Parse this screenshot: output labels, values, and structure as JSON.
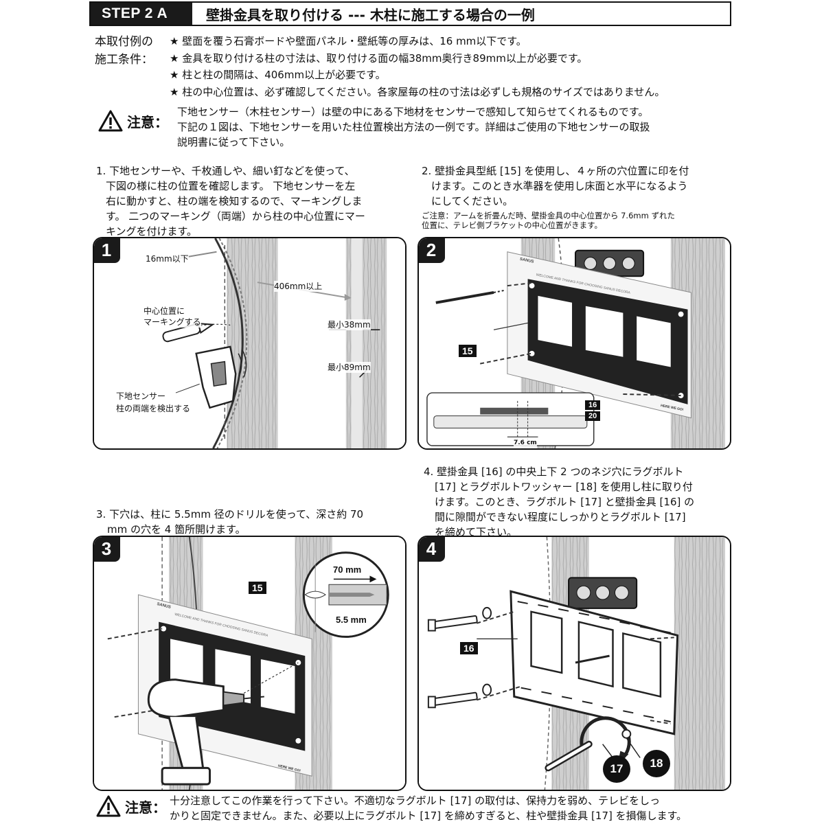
{
  "header": {
    "step": "STEP  2 A",
    "title": "壁掛金具を取り付ける --- 木柱に施工する場合の一例"
  },
  "conditions": {
    "label_line1": "本取付例の",
    "label_line2": "施工条件：",
    "items": [
      "★ 壁面を覆う石膏ボードや壁面パネル・壁紙等の厚みは、16 mm以下です。",
      "★ 金具を取り付ける柱の寸法は、取り付ける面の幅38mm奥行き89mm以上が必要です。",
      "★ 柱と柱の間隔は、406mm以上が必要です。",
      "★ 柱の中心位置は、必ず確認してください。各家屋毎の柱の寸法は必ずしも規格のサイズではありません。"
    ]
  },
  "caution_top": {
    "label": "注意：",
    "line1": "下地センサー（木柱センサー）は壁の中にある下地材をセンサーで感知して知らせてくれるものです。",
    "line2": "下記の１図は、下地センサーを用いた柱位置検出方法の一例です。詳細はご使用の下地センサーの取扱",
    "line3": "説明書に従って下さい。"
  },
  "instructions": {
    "step1": [
      "1. 下地センサーや、千枚通しや、細い釘などを使って、",
      "下図の様に柱の位置を確認します。 下地センサーを左",
      "右に動かすと、柱の端を検知するので、マーキングしま",
      "す。 二つのマーキング（両端）から柱の中心位置にマー",
      "キングを付けます。"
    ],
    "step2": [
      "2. 壁掛金具型紙 [15] を使用し、４ヶ所の穴位置に印を付",
      "けます。このとき水準器を使用し床面と水平になるよう",
      "にしてください。"
    ],
    "step2_note": [
      "ご注意：アームを折畳んだ時、壁掛金具の中心位置から 7.6mm ずれた",
      "位置に、テレビ側ブラケットの中心位置がきます。"
    ],
    "step3": [
      "3. 下穴は、柱に 5.5mm 径のドリルを使って、深さ約 70",
      "mm の穴を 4 箇所開けます。"
    ],
    "step4": [
      "4. 壁掛金具 [16] の中央上下 2 つのネジ穴にラグボルト",
      "[17] とラグボルトワッシャー [18] を使用し柱に取り付",
      "けます。このとき、ラグボルト [17] と壁掛金具 [16] の",
      "間に隙間ができない程度にしっかりとラグボルト [17]",
      "を締めて下さい。"
    ]
  },
  "panels": {
    "p1": {
      "num": "1",
      "label_thickness": "16mm以下",
      "label_spacing": "406mm以上",
      "label_center_1": "中心位置に",
      "label_center_2": "マーキングする",
      "label_width": "最小38mm",
      "label_depth": "最小89mm",
      "label_sensor_1": "下地センサー",
      "label_sensor_2": "柱の両端を検出する"
    },
    "p2": {
      "num": "2",
      "tag_template": "15",
      "tag_16": "16",
      "tag_20": "20",
      "offset_label": "7.6 cm",
      "brand": "SANUS",
      "welcome": "WELCOME AND THANKS FOR CHOOSING SANUS DECORA",
      "footer_text": "HERE WE GO!"
    },
    "p3": {
      "num": "3",
      "tag_template": "15",
      "depth_label": "70 mm",
      "drill_label": "5.5 mm",
      "brand": "SANUS",
      "welcome": "WELCOME AND THANKS FOR CHOOSING SANUS DECORA",
      "footer_text": "HERE WE GO!"
    },
    "p4": {
      "num": "4",
      "tag_bracket": "16",
      "circle_17": "17",
      "circle_18": "18"
    }
  },
  "caution_bottom": {
    "label": "注意：",
    "line1": "十分注意してこの作業を行って下さい。不適切なラグボルト [17] の取付は、保持力を弱め、テレビをしっ",
    "line2": "かりと固定できません。また、必要以上にラグボルト [17] を締めすぎると、柱や壁掛金具 [17] を損傷します。"
  }
}
